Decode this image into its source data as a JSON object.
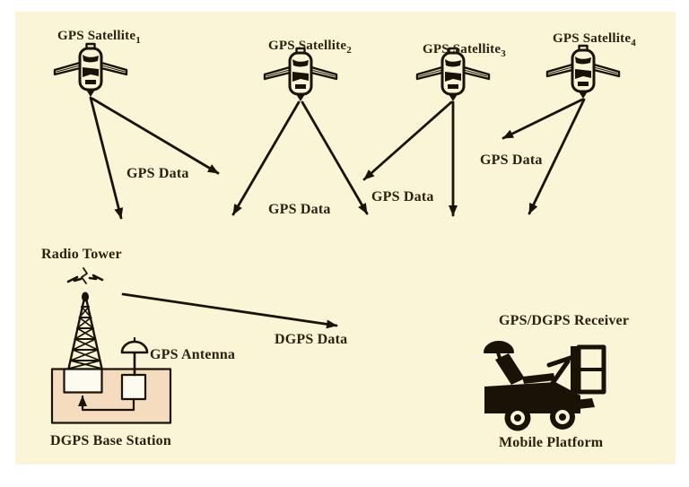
{
  "colors": {
    "page_bg": "#ffffff",
    "canvas_bg": "#fbf5d8",
    "panel_fill": "#f5dcbe",
    "ink": "#191307",
    "text": "#2a2110"
  },
  "satellites": [
    {
      "name": "GPS Satellite",
      "sub": "1"
    },
    {
      "name": "GPS Satellite",
      "sub": "2"
    },
    {
      "name": "GPS Satellite",
      "sub": "3"
    },
    {
      "name": "GPS Satellite",
      "sub": "4"
    }
  ],
  "arrows": {
    "gps_data": [
      "GPS Data",
      "GPS Data",
      "GPS Data",
      "GPS Data"
    ],
    "dgps_data": "DGPS Data"
  },
  "base_station": {
    "radio_tower": "Radio Tower",
    "gps_antenna": "GPS Antenna",
    "label": "DGPS Base Station"
  },
  "mobile": {
    "receiver": "GPS/DGPS Receiver",
    "label": "Mobile Platform"
  }
}
